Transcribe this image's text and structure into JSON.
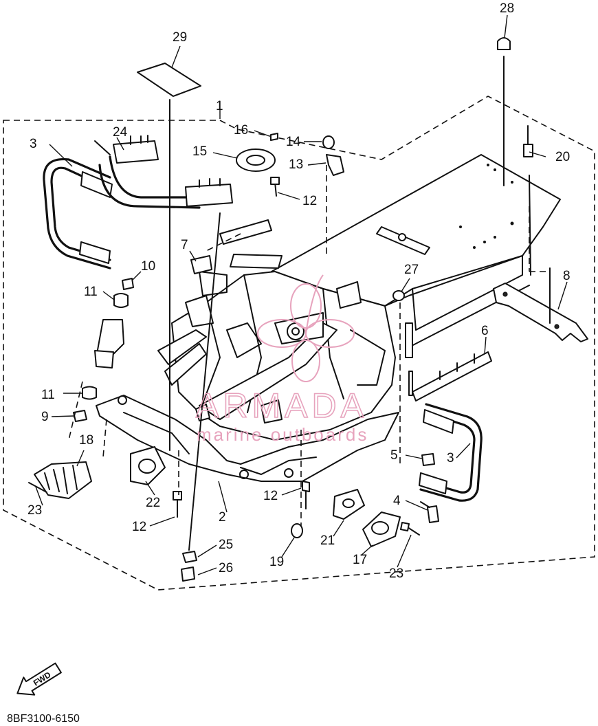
{
  "diagram": {
    "part_code": "8BF3100-6150",
    "watermark": {
      "brand": "ARMADA",
      "tagline": "marine outboards"
    },
    "fwd_label": "FWD",
    "callouts": [
      {
        "id": "c1",
        "text": "1"
      },
      {
        "id": "c2",
        "text": "2"
      },
      {
        "id": "c3a",
        "text": "3"
      },
      {
        "id": "c3b",
        "text": "3"
      },
      {
        "id": "c4",
        "text": "4"
      },
      {
        "id": "c5",
        "text": "5"
      },
      {
        "id": "c6",
        "text": "6"
      },
      {
        "id": "c7",
        "text": "7"
      },
      {
        "id": "c8",
        "text": "8"
      },
      {
        "id": "c9",
        "text": "9"
      },
      {
        "id": "c10",
        "text": "10"
      },
      {
        "id": "c11a",
        "text": "11"
      },
      {
        "id": "c11b",
        "text": "11"
      },
      {
        "id": "c12a",
        "text": "12"
      },
      {
        "id": "c12b",
        "text": "12"
      },
      {
        "id": "c12c",
        "text": "12"
      },
      {
        "id": "c13",
        "text": "13"
      },
      {
        "id": "c14",
        "text": "14"
      },
      {
        "id": "c15",
        "text": "15"
      },
      {
        "id": "c16",
        "text": "16"
      },
      {
        "id": "c17",
        "text": "17"
      },
      {
        "id": "c18",
        "text": "18"
      },
      {
        "id": "c19",
        "text": "19"
      },
      {
        "id": "c20",
        "text": "20"
      },
      {
        "id": "c21",
        "text": "21"
      },
      {
        "id": "c22",
        "text": "22"
      },
      {
        "id": "c23a",
        "text": "23"
      },
      {
        "id": "c23b",
        "text": "23"
      },
      {
        "id": "c24",
        "text": "24"
      },
      {
        "id": "c25",
        "text": "25"
      },
      {
        "id": "c26",
        "text": "26"
      },
      {
        "id": "c27",
        "text": "27"
      },
      {
        "id": "c28",
        "text": "28"
      },
      {
        "id": "c29",
        "text": "29"
      }
    ]
  }
}
